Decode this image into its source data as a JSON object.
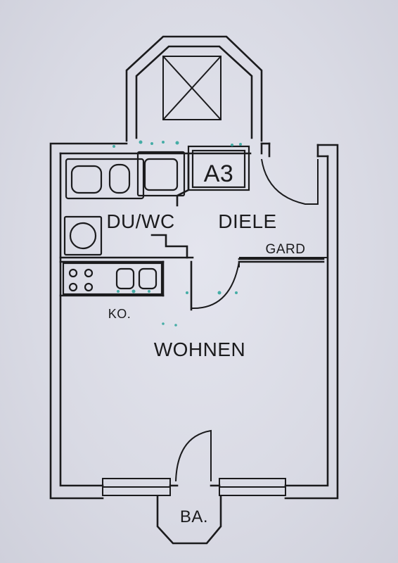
{
  "rooms": {
    "bath": "DU/WC",
    "hall": "DIELE",
    "wardrobe": "GARD",
    "kitchen": "KO.",
    "living": "WOHNEN",
    "balcony": "BA."
  },
  "elevator": {
    "label": "A3"
  },
  "colors": {
    "paper": "#dcdde6",
    "ink": "#1b1b1d",
    "marker": "#2aa39a"
  }
}
